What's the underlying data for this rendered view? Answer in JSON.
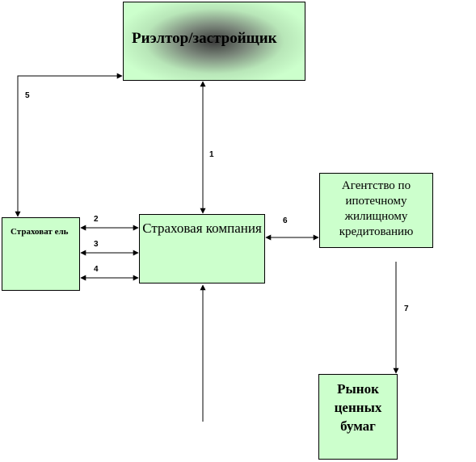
{
  "nodes": {
    "realtor": "Риэлтор/застройщик",
    "insurer": "Страховат ель",
    "company": "Страховая компания",
    "agency": "Агентство по ипотечному жилищному кредитованию",
    "market": "Рынок ценных бумаг"
  },
  "edges": {
    "e1": "1",
    "e2": "2",
    "e3": "3",
    "e4": "4",
    "e5": "5",
    "e6": "6",
    "e7": "7"
  }
}
